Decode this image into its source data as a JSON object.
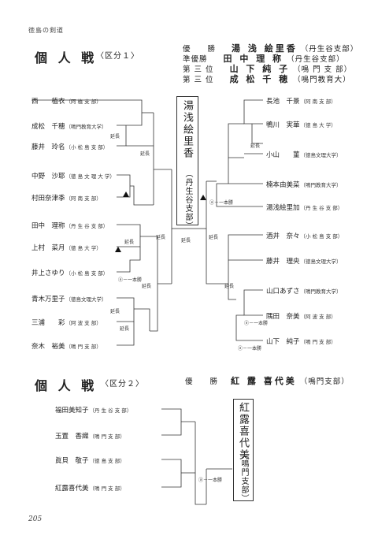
{
  "header": {
    "title": "徳島の剣道"
  },
  "section1": {
    "heading": "個 人 戦",
    "division": "〈区分１〉",
    "results": [
      {
        "rank": "優　　勝",
        "name": "湯 浅 絵里香",
        "team": "（丹生谷支部）"
      },
      {
        "rank": "準優勝",
        "name": "田 中 理 称",
        "team": "（丹生谷支部）"
      },
      {
        "rank": "第 三 位",
        "name": "山 下 純 子",
        "team": "（鳴 門 支 部）"
      },
      {
        "rank": "第 三 位",
        "name": "成 松 千 穂",
        "team": "（鳴門教育大）"
      }
    ],
    "left_players": [
      {
        "name": "西　　植衣",
        "team": "（阿 植 支 部）"
      },
      {
        "name": "成松　千穂",
        "team": "（鳴門教育大学）"
      },
      {
        "name": "藤井　玲名",
        "team": "（小 松 島 支 部）"
      },
      {
        "name": "中野　沙耶",
        "team": "（徳 島 文 理 大 学）"
      },
      {
        "name": "村田奈津季",
        "team": "（阿 南 支 部）"
      },
      {
        "name": "田中　理称",
        "team": "（丹 生 谷 支 部）"
      },
      {
        "name": "上村　菜月",
        "team": "（徳 島 大 学）"
      },
      {
        "name": "井上さゆり",
        "team": "（小 松 島 支 部）"
      },
      {
        "name": "青木万里子",
        "team": "（徳島文理大学）"
      },
      {
        "name": "三浦　　彩",
        "team": "（阿 波 支 部）"
      },
      {
        "name": "奈木　裕美",
        "team": "（鳴 門 支 部）"
      }
    ],
    "right_players": [
      {
        "name": "長池　千景",
        "team": "（阿 南 支 部）"
      },
      {
        "name": "鴨川　実華",
        "team": "（徳 島 大 学）"
      },
      {
        "name": "小山　　菫",
        "team": "（徳島文理大学）"
      },
      {
        "name": "楠本由美菜",
        "team": "（鳴門教育大学）"
      },
      {
        "name": "湯浅絵里加",
        "team": "（丹 生 谷 支 部）"
      },
      {
        "name": "酒井　奈々",
        "team": "（小 松 島 支 部）"
      },
      {
        "name": "藤井　理央",
        "team": "（徳島文理大学）"
      },
      {
        "name": "山口あずさ",
        "team": "（鳴門教育大学）"
      },
      {
        "name": "隅田　奈美",
        "team": "（阿 波 支 部）"
      },
      {
        "name": "山下　純子",
        "team": "（鳴 門 支 部）"
      }
    ],
    "champion": {
      "name": "湯浅絵里香",
      "team": "（丹生谷支部）"
    },
    "labels": {
      "encho": "延長",
      "ippon": "一本勝"
    }
  },
  "section2": {
    "heading": "個 人 戦",
    "division": "〈区分２〉",
    "result": {
      "rank": "優　　勝",
      "name": "紅 露 喜代美",
      "team": "（鳴門支部）"
    },
    "players": [
      {
        "name": "福田美知子",
        "team": "（丹 生 谷 支 部）"
      },
      {
        "name": "玉置　香織",
        "team": "（鳴 門 支 部）"
      },
      {
        "name": "眞貝　敬子",
        "team": "（徳 島 支 部）"
      },
      {
        "name": "紅露喜代美",
        "team": "（鳴 門 支 部）"
      }
    ],
    "champion": {
      "name": "紅露喜代美",
      "team": "（鳴門支部）"
    }
  },
  "footer": {
    "page_number": "205"
  }
}
